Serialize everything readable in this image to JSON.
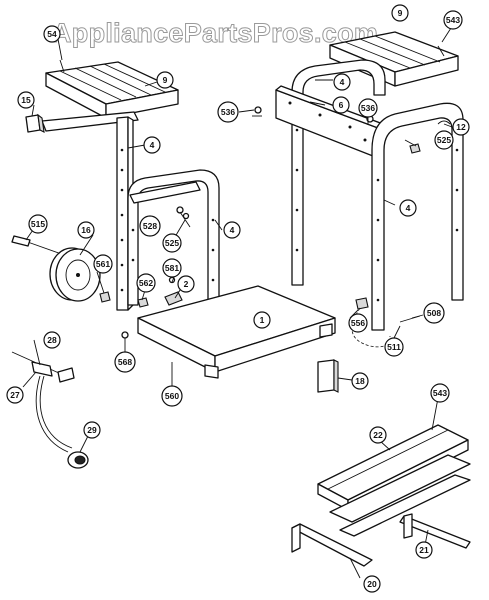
{
  "watermark": "AppliancePartsPros.com",
  "callouts": {
    "c1": "1",
    "c2": "2",
    "c4a": "4",
    "c4b": "4",
    "c4c": "4",
    "c4d": "4",
    "c6": "6",
    "c9a": "9",
    "c9b": "9",
    "c12": "12",
    "c15": "15",
    "c16": "16",
    "c18": "18",
    "c20": "20",
    "c21": "21",
    "c22": "22",
    "c27": "27",
    "c28": "28",
    "c29": "29",
    "c508": "508",
    "c511": "511",
    "c515": "515",
    "c525a": "525",
    "c525b": "525",
    "c528": "528",
    "c536a": "536",
    "c536b": "536",
    "c543a": "543",
    "c543b": "543",
    "c556": "556",
    "c560": "560",
    "c561": "561",
    "c562": "562",
    "c568": "568",
    "c581": "581",
    "c54x": "54"
  }
}
